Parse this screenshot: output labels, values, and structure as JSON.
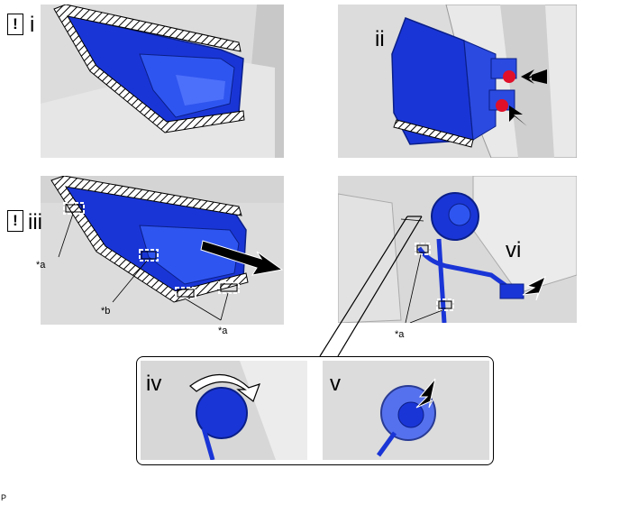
{
  "steps": {
    "i": "i",
    "ii": "ii",
    "iii": "iii",
    "iv": "iv",
    "v": "v",
    "vi": "vi"
  },
  "warning_symbol": "!",
  "callouts": {
    "a1": "*a",
    "b": "*b",
    "a2": "*a",
    "a3": "*a"
  },
  "figure_code": "P",
  "colors": {
    "part_blue": "#1a35d6",
    "highlight_red": "#e0102a",
    "background_gray": "#dcdcdc",
    "hatch": "#000000"
  }
}
